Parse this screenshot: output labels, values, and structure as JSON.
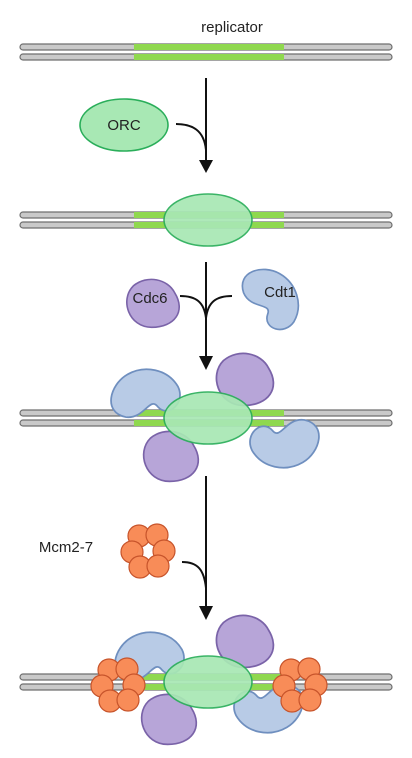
{
  "labels": {
    "replicator": "replicator",
    "orc": "ORC",
    "cdc6": "Cdc6",
    "cdt1": "Cdt1",
    "mcm": "Mcm2-7"
  },
  "colors": {
    "dna_fill": "#c9c9c9",
    "dna_stroke": "#6f6f6f",
    "replicator": "#8fd84f",
    "orc_fill": "#a8e8b4",
    "orc_stroke": "#2aae5a",
    "cdc6_fill": "#b7a5d8",
    "cdc6_stroke": "#7a63a8",
    "cdt1_fill": "#b8cbe6",
    "cdt1_stroke": "#6f8fbf",
    "mcm_fill": "#f88c58",
    "mcm_stroke": "#c7542b",
    "arrow": "#111111"
  },
  "steps": [
    "origin DNA",
    "ORC bound",
    "Cdc6 and Cdt1 bound",
    "Mcm2-7 loaded"
  ]
}
